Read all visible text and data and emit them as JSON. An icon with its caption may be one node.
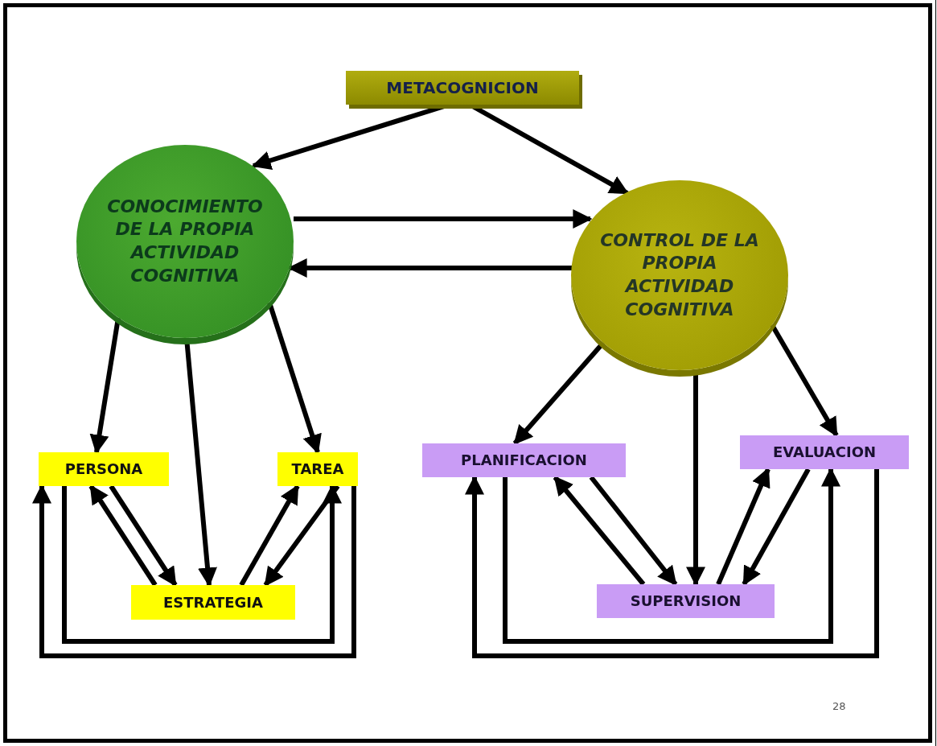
{
  "diagram": {
    "nodes": [
      {
        "text": [
          "METACOGNICION"
        ]
      },
      {
        "text": [
          "CONOCIMIENTO DE LA PROPIA ACTIVIDAD COGNITIVA"
        ]
      },
      {
        "text": [
          "CONTROL DE LA PROPIA ACTIVIDAD COGNITIVA"
        ]
      },
      {
        "text": [
          "PERSONA"
        ]
      },
      {
        "text": [
          "TAREA"
        ]
      },
      {
        "text": [
          "PLANIFICACION"
        ]
      },
      {
        "text": [
          "EVALUACION"
        ]
      },
      {
        "text": [
          "ESTRATEGIA"
        ]
      },
      {
        "text": [
          "SUPERVISION"
        ]
      }
    ],
    "edges": [
      {
        "from": 0,
        "to": 1,
        "arrow": "to"
      },
      {
        "from": 0,
        "to": 2,
        "arrow": "to"
      },
      {
        "from": 1,
        "to": 2,
        "arrow": "to"
      },
      {
        "from": 2,
        "to": 1,
        "arrow": "to"
      },
      {
        "from": 1,
        "to": 3,
        "arrow": "to"
      },
      {
        "from": 1,
        "to": 7,
        "arrow": "to"
      },
      {
        "from": 1,
        "to": 4,
        "arrow": "to"
      },
      {
        "from": 2,
        "to": 5,
        "arrow": "to"
      },
      {
        "from": 2,
        "to": 8,
        "arrow": "to"
      },
      {
        "from": 2,
        "to": 6,
        "arrow": "to"
      },
      {
        "from": 7,
        "to": 3,
        "arrow": "to"
      },
      {
        "from": 3,
        "to": 7,
        "arrow": "to"
      },
      {
        "from": 7,
        "to": 4,
        "arrow": "to"
      },
      {
        "from": 4,
        "to": 7,
        "arrow": "to"
      },
      {
        "from": 3,
        "to": 4,
        "arrow": "to"
      },
      {
        "from": 4,
        "to": 3,
        "arrow": "to"
      },
      {
        "from": 8,
        "to": 5,
        "arrow": "to"
      },
      {
        "from": 5,
        "to": 8,
        "arrow": "to"
      },
      {
        "from": 8,
        "to": 6,
        "arrow": "to"
      },
      {
        "from": 6,
        "to": 8,
        "arrow": "to"
      },
      {
        "from": 5,
        "to": 6,
        "arrow": "to"
      },
      {
        "from": 6,
        "to": 5,
        "arrow": "to"
      }
    ],
    "labels": [
      "28"
    ]
  }
}
